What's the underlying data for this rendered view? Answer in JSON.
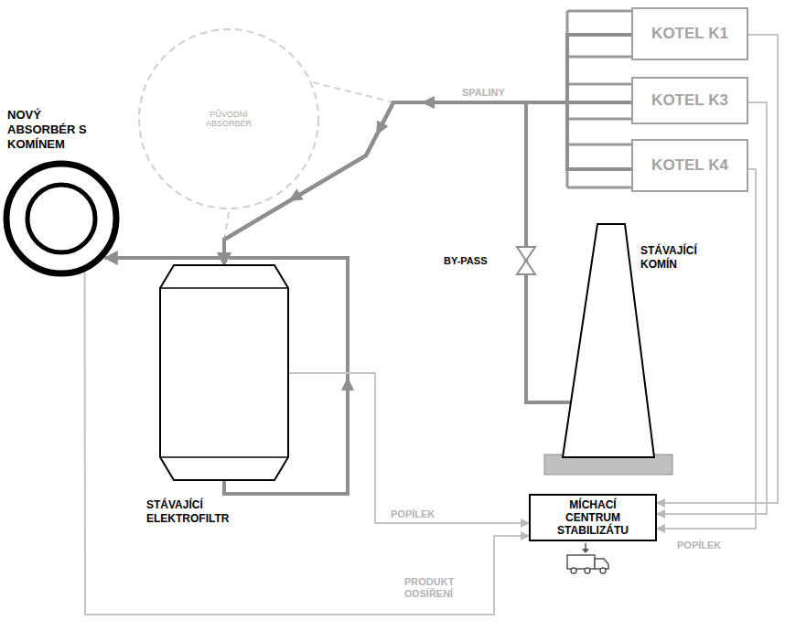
{
  "diagram": {
    "nodes": [
      {
        "text": [
          "KOTEL K1"
        ]
      },
      {
        "text": [
          "KOTEL K3"
        ]
      },
      {
        "text": [
          "KOTEL K4"
        ]
      },
      {
        "text": [
          "PŮVODNÍ ABSORBÉR"
        ]
      },
      {
        "text": [
          "NOVÝ ABSORBÉR S KOMÍNEM"
        ]
      },
      {
        "text": [
          "STÁVAJÍCÍ KOMÍN"
        ]
      },
      {
        "text": [
          "STÁVAJÍCÍ ELEKTROFILTR"
        ]
      },
      {
        "text": [
          "MÍCHACÍ CENTRUM STABILIZÁTU"
        ]
      }
    ],
    "edges": [
      {
        "from": 0,
        "to": 6,
        "arrow": "to"
      },
      {
        "from": 1,
        "to": 6,
        "label": "SPALINY",
        "arrow": "to"
      },
      {
        "from": 2,
        "to": 6,
        "arrow": "to"
      },
      {
        "from": 6,
        "to": 4,
        "arrow": "to"
      },
      {
        "from": 0,
        "to": 5,
        "arrow": "none"
      },
      {
        "from": 1,
        "to": 5,
        "arrow": "none"
      },
      {
        "from": 2,
        "to": 5,
        "arrow": "none"
      },
      {
        "from": 6,
        "to": 7,
        "label": "POPÍLEK",
        "arrow": "to"
      },
      {
        "from": 0,
        "to": 7,
        "arrow": "to"
      },
      {
        "from": 1,
        "to": 7,
        "arrow": "to"
      },
      {
        "from": 2,
        "to": 7,
        "label": "POPÍLEK",
        "arrow": "to"
      },
      {
        "from": 4,
        "to": 7,
        "label": "PRODUKT ODSÍŘENÍ",
        "arrow": "to"
      }
    ],
    "labels": [
      "BY-PASS"
    ]
  }
}
